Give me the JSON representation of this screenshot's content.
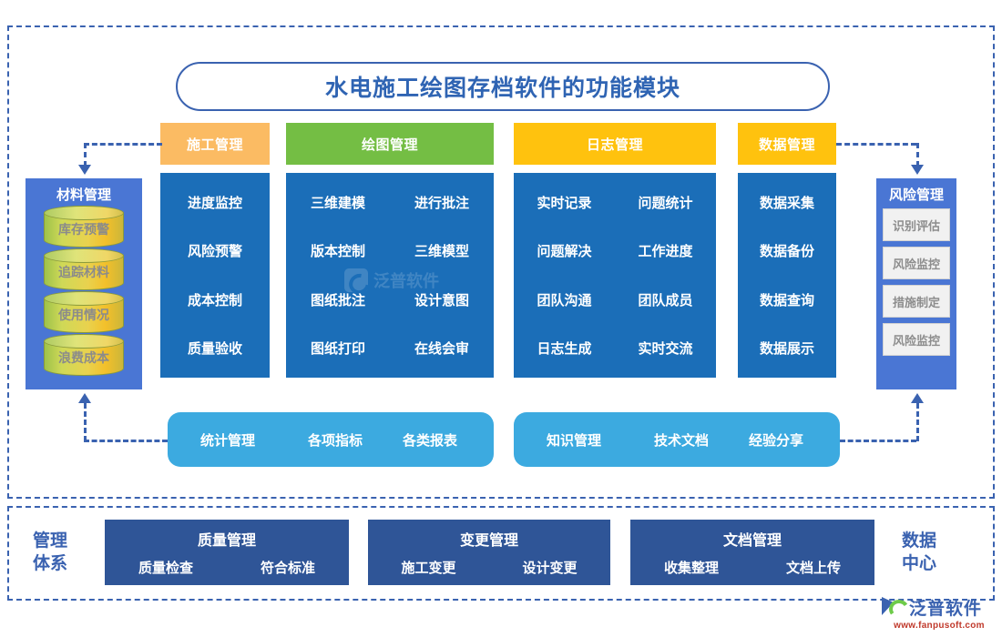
{
  "title": "水电施工绘图存档软件的功能模块",
  "categories": [
    {
      "key": "construction",
      "header": "施工管理",
      "color": "#fbbb63",
      "items": [
        "进度监控",
        "风险预警",
        "成本控制",
        "质量验收"
      ]
    },
    {
      "key": "drawing",
      "header": "绘图管理",
      "color": "#74be44",
      "items": [
        "三维建模",
        "进行批注",
        "版本控制",
        "三维模型",
        "图纸批注",
        "设计意图",
        "图纸打印",
        "在线会审"
      ]
    },
    {
      "key": "log",
      "header": "日志管理",
      "color": "#ffc20e",
      "items": [
        "实时记录",
        "问题统计",
        "问题解决",
        "工作进度",
        "团队沟通",
        "团队成员",
        "日志生成",
        "实时交流"
      ]
    },
    {
      "key": "data",
      "header": "数据管理",
      "color": "#ffc20e",
      "items": [
        "数据采集",
        "数据备份",
        "数据查询",
        "数据展示"
      ]
    }
  ],
  "material": {
    "title": "材料管理",
    "items": [
      "库存预警",
      "追踪材料",
      "使用情况",
      "浪费成本"
    ]
  },
  "risk": {
    "title": "风险管理",
    "items": [
      "识别评估",
      "风险监控",
      "措施制定",
      "风险监控"
    ]
  },
  "pills": [
    {
      "key": "stat",
      "title": "统计管理",
      "items": [
        "各项指标",
        "各类报表"
      ]
    },
    {
      "key": "know",
      "title": "知识管理",
      "items": [
        "技术文档",
        "经验分享"
      ]
    }
  ],
  "bottom": {
    "left_label": "管理\n体系",
    "left_label_line1": "管理",
    "left_label_line2": "体系",
    "right_label_line1": "数据",
    "right_label_line2": "中心",
    "blocks": [
      {
        "key": "quality",
        "title": "质量管理",
        "items": [
          "质量检查",
          "符合标准"
        ]
      },
      {
        "key": "change",
        "title": "变更管理",
        "items": [
          "施工变更",
          "设计变更"
        ]
      },
      {
        "key": "doc",
        "title": "文档管理",
        "items": [
          "收集整理",
          "文档上传"
        ]
      }
    ]
  },
  "watermark": {
    "text": "泛普软件"
  },
  "logo": {
    "name": "泛普软件",
    "url": "www.fanpusoft.com"
  },
  "colors": {
    "frame": "#3a62b0",
    "title_text": "#2f64b3",
    "column_blue": "#1b6eb8",
    "panel_blue": "#4a76d4",
    "pill_blue": "#3caae0",
    "bottom_blue": "#2f5597",
    "orange": "#fbbb63",
    "green": "#74be44",
    "yellow": "#ffc20e"
  }
}
